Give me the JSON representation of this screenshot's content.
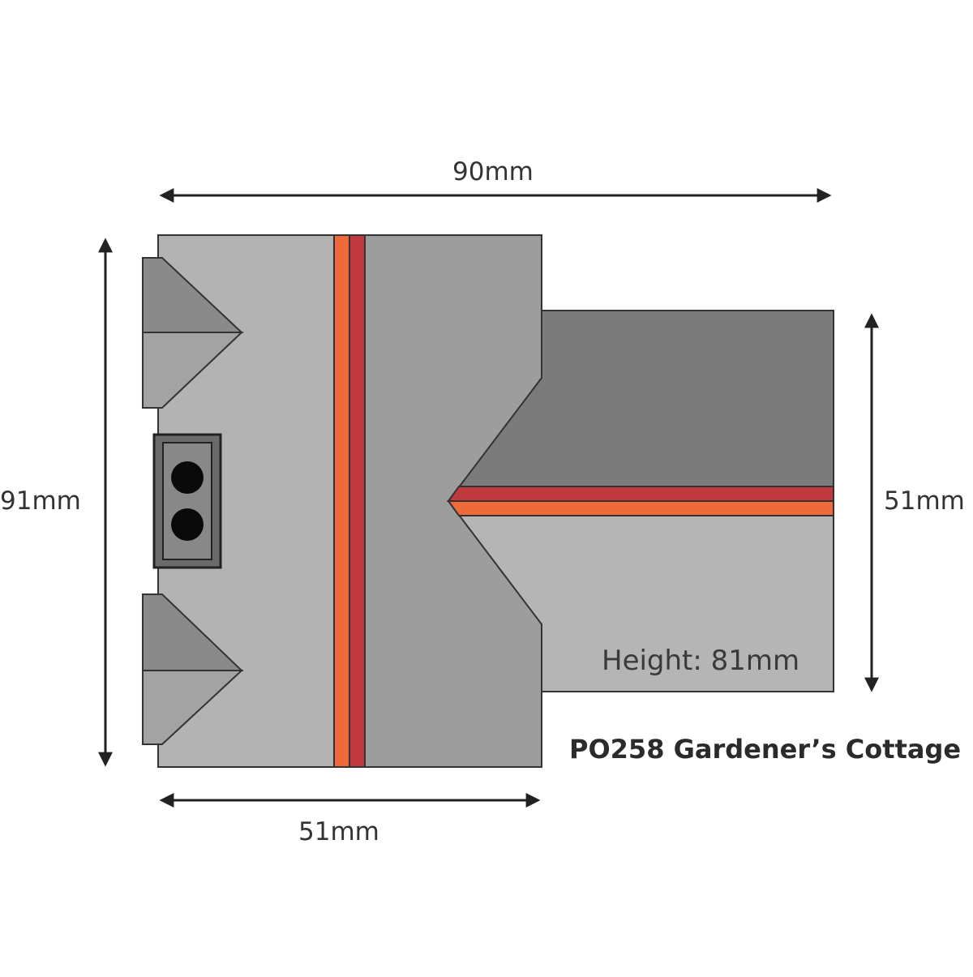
{
  "dimensions": {
    "total_width": "90mm",
    "total_depth": "91mm",
    "wing_depth": "51mm",
    "main_width": "51mm",
    "height_note": "Height: 81mm"
  },
  "product": {
    "title": "PO258 Gardener’s Cottage"
  },
  "colors": {
    "roof_light": "#b3b3b3",
    "roof_mid": "#9d9d9d",
    "roof_dark": "#7b7b7b",
    "ridge_red": "#c0393e",
    "ridge_orange": "#ee6a3a",
    "chimney": "#6b6b6b",
    "outline": "#333333",
    "arrow": "#222222"
  }
}
